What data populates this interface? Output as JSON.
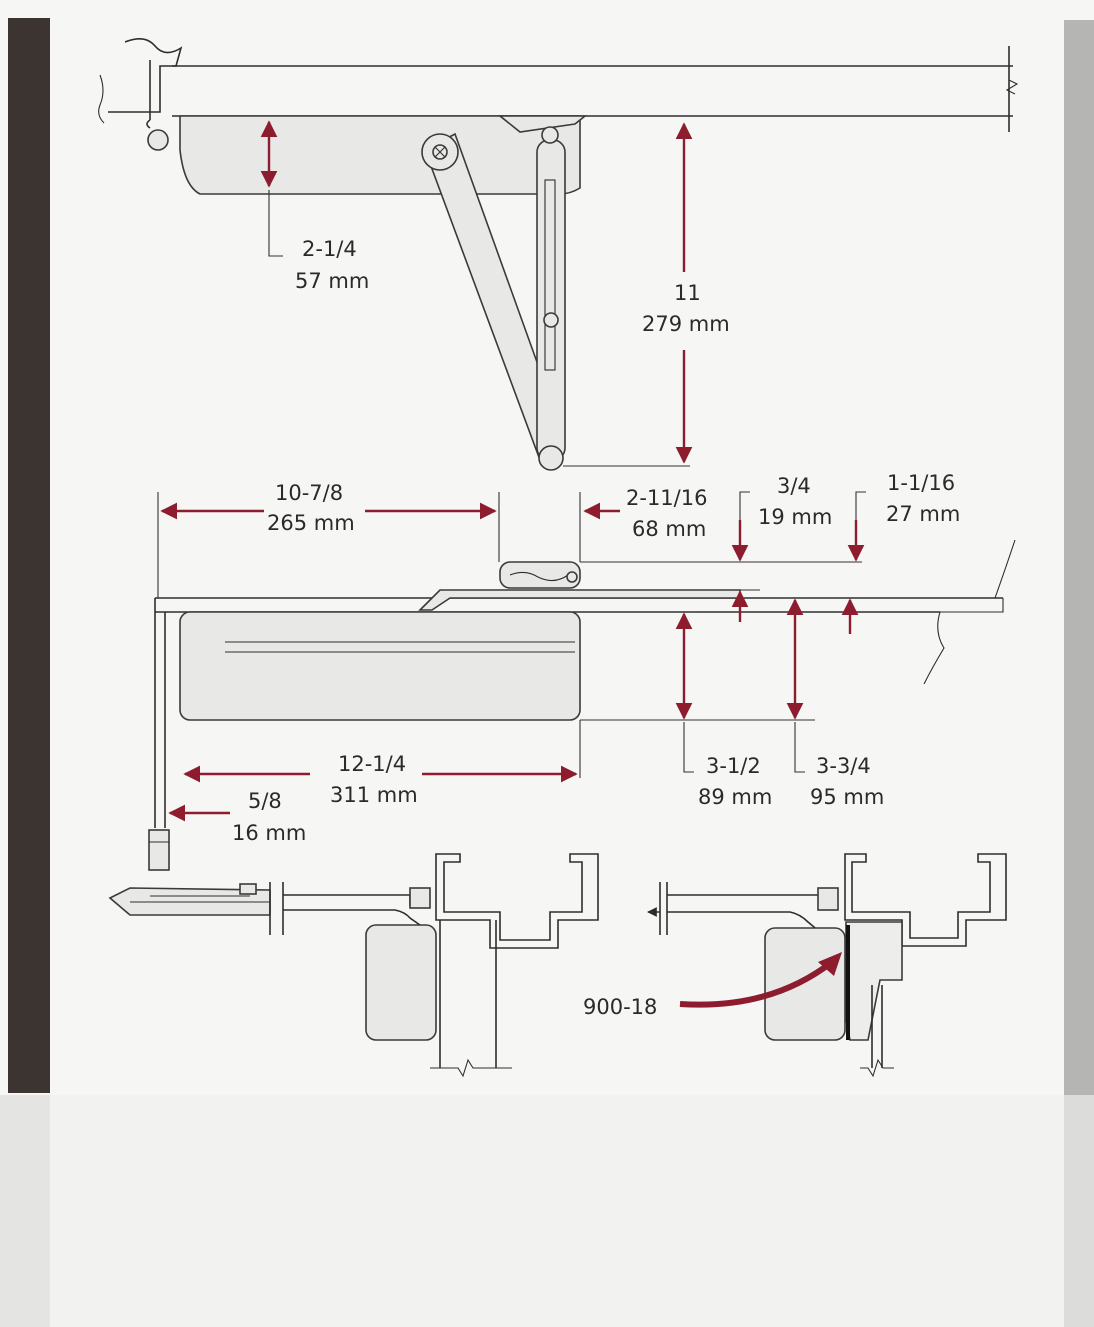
{
  "colors": {
    "dimension": "#8c1c2e",
    "left_bar": "#3b3431",
    "right_bar": "#b5b5b3",
    "background": "#f6f6f5",
    "part_fill": "#e8e8e6"
  },
  "top_view": {
    "dim_arm_height": {
      "inch": "2-1/4",
      "mm": "57 mm"
    },
    "dim_overall_height": {
      "inch": "11",
      "mm": "279 mm"
    }
  },
  "side_view": {
    "dim_to_arm_shoe": {
      "inch": "10-7/8",
      "mm": "265 mm"
    },
    "dim_shoe_width": {
      "inch": "2-11/16",
      "mm": "68 mm"
    },
    "dim_shoe_offset": {
      "inch": "3/4",
      "mm": "19 mm"
    },
    "dim_frame_offset": {
      "inch": "1-1/16",
      "mm": "27 mm"
    },
    "dim_body_length": {
      "inch": "12-1/4",
      "mm": "311 mm"
    },
    "dim_edge_offset": {
      "inch": "5/8",
      "mm": "16 mm"
    },
    "dim_body_height": {
      "inch": "3-1/2",
      "mm": "89 mm"
    },
    "dim_total_height": {
      "inch": "3-3/4",
      "mm": "95 mm"
    }
  },
  "section_views": {
    "bracket_label": "900-18"
  }
}
